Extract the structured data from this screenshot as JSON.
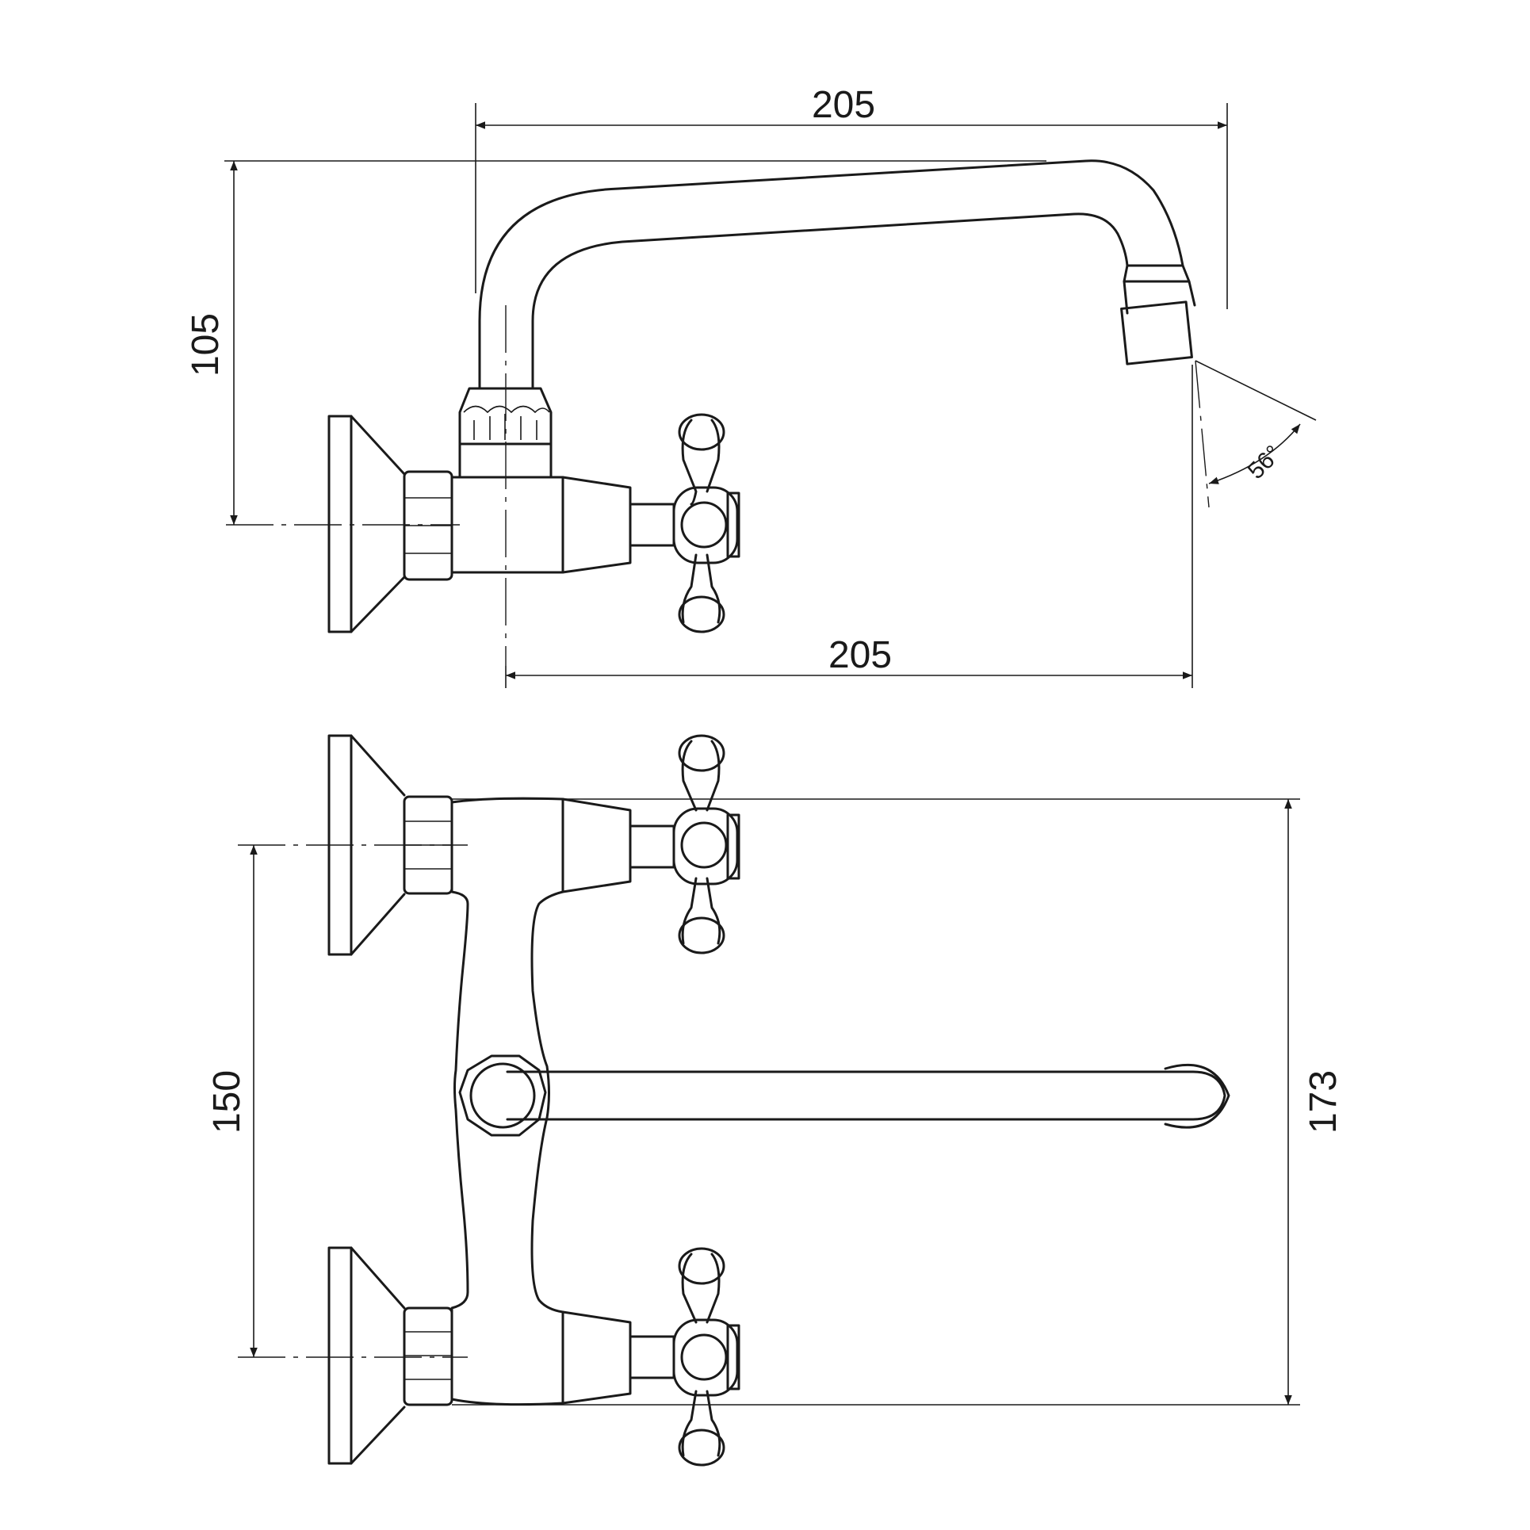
{
  "dimensions": {
    "top_width": "205",
    "top_height": "105",
    "top_reach": "205",
    "angle": "56°",
    "handle_spacing": "150",
    "total_height": "173"
  },
  "colors": {
    "line": "#1a1a1a",
    "background": "#ffffff"
  }
}
